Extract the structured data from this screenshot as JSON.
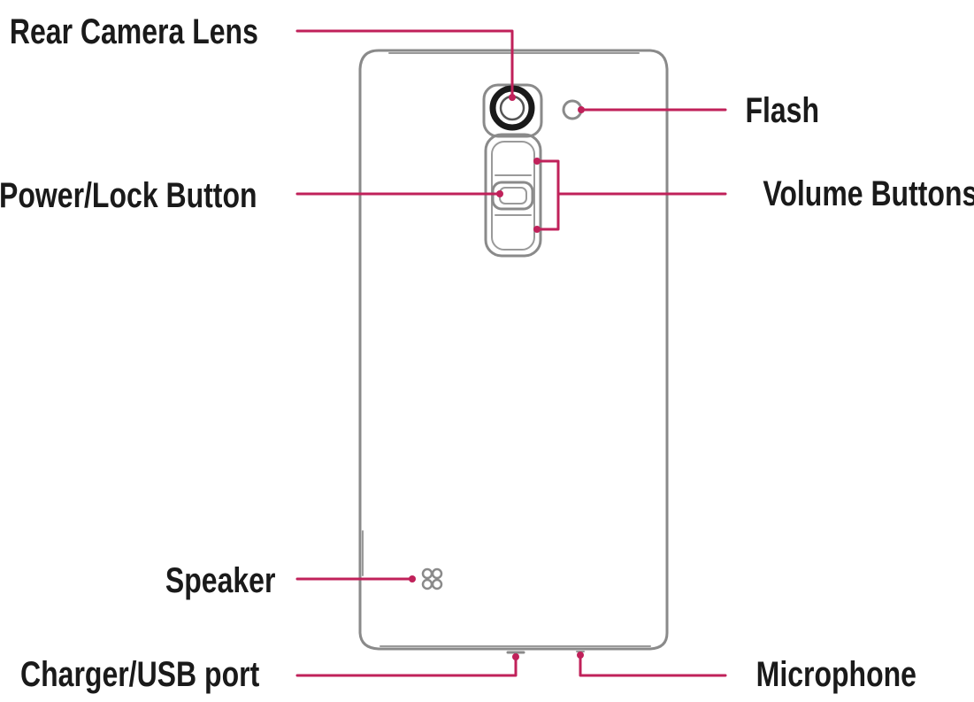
{
  "colors": {
    "accent": "#c0215a",
    "outline": "#8a8a8a",
    "text": "#1a1a1a"
  },
  "labels": {
    "rear_camera_lens": "Rear Camera Lens",
    "flash": "Flash",
    "power_lock_button": "Power/Lock Button",
    "volume_buttons": "Volume Buttons",
    "speaker": "Speaker",
    "charger_usb_port": "Charger/USB port",
    "microphone": "Microphone"
  }
}
